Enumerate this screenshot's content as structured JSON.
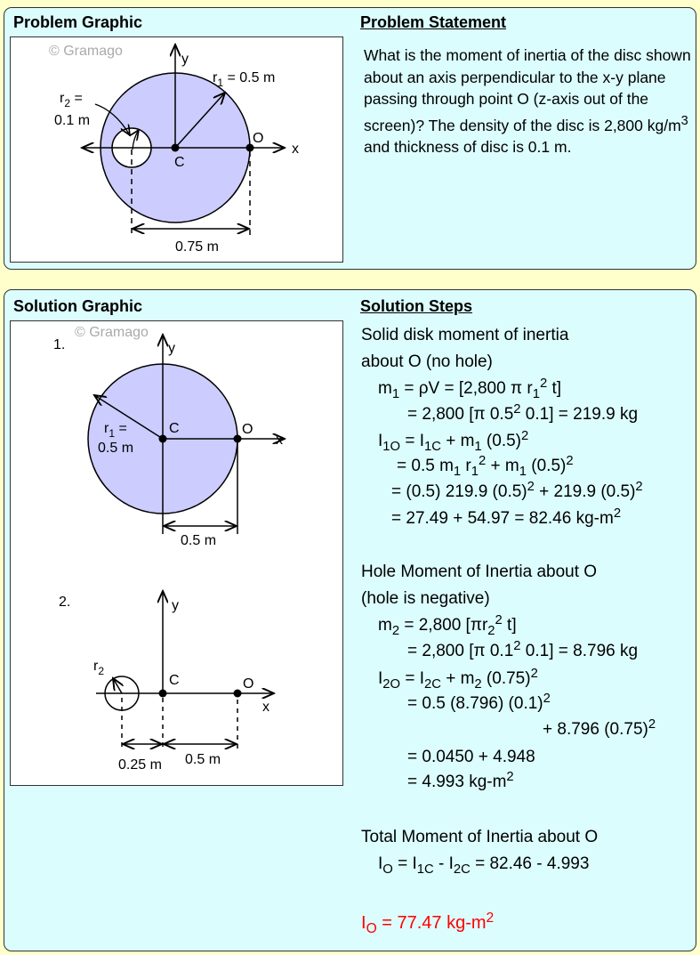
{
  "problem": {
    "graphic_heading": "Problem Graphic",
    "statement_heading": "Problem Statement",
    "statement": [
      "What is the moment of inertia of the disc shown about an axis perpendicular to the x-y plane passing through point O (z-axis out of the screen)? The density of the disc is 2,800 kg/m",
      [
        "sup",
        "3"
      ],
      " and thickness of disc is 0.1 m."
    ],
    "diagram": {
      "watermark": "© Gramago",
      "y": "y",
      "x": "x",
      "C": "C",
      "O": "O",
      "r1_label": "r",
      "r1_sub": "1",
      "r1_rest": " = 0.5 m",
      "r2_label": "r",
      "r2_sub": "2",
      "r2_rest": " =",
      "r2_value": "0.1 m",
      "dim": "0.75 m"
    }
  },
  "solution": {
    "graphic_heading": "Solution Graphic",
    "steps_heading": "Solution Steps",
    "diagram1": {
      "watermark": "© Gramago",
      "num": "1.",
      "y": "y",
      "x": "x",
      "C": "C",
      "O": "O",
      "r1_label": "r",
      "r1_sub": "1",
      "r1_rest": " =",
      "r1_value": "0.5 m",
      "dim": "0.5 m"
    },
    "diagram2": {
      "num": "2.",
      "y": "y",
      "x": "x",
      "C": "C",
      "O": "O",
      "r2_label": "r",
      "r2_sub": "2",
      "dim1": "0.25 m",
      "dim2": "0.5 m"
    },
    "steps": [
      [
        "Solid disk moment of inertia"
      ],
      [
        "about O (no hole)"
      ],
      [
        "m",
        [
          "sub",
          "1"
        ],
        " = ρV = [2,800 π r",
        [
          "sub",
          "1"
        ],
        [
          "sup",
          "2"
        ],
        " t]"
      ],
      [
        "= 2,800 [π 0.5",
        [
          "sup",
          "2"
        ],
        " 0.1] = 219.9 kg"
      ],
      [
        "I",
        [
          "sub",
          "1O"
        ],
        " = I",
        [
          "sub",
          "1C"
        ],
        " + m",
        [
          "sub",
          "1"
        ],
        " (0.5)",
        [
          "sup",
          "2"
        ]
      ],
      [
        "= 0.5 m",
        [
          "sub",
          "1"
        ],
        " r",
        [
          "sub",
          "1"
        ],
        [
          "sup",
          "2"
        ],
        " + m",
        [
          "sub",
          "1"
        ],
        " (0.5)",
        [
          "sup",
          "2"
        ]
      ],
      [
        "= (0.5) 219.9 (0.5)",
        [
          "sup",
          "2"
        ],
        " + 219.9 (0.5)",
        [
          "sup",
          "2"
        ]
      ],
      [
        "= 27.49 + 54.97 = 82.46 kg-m",
        [
          "sup",
          "2"
        ]
      ],
      [
        "Hole Moment of Inertia about O"
      ],
      [
        "(hole is negative)"
      ],
      [
        "m",
        [
          "sub",
          "2"
        ],
        " = 2,800 [πr",
        [
          "sub",
          "2"
        ],
        [
          "sup",
          "2"
        ],
        " t]"
      ],
      [
        "= 2,800 [π 0.1",
        [
          "sup",
          "2"
        ],
        " 0.1] = 8.796 kg"
      ],
      [
        "I",
        [
          "sub",
          "2O"
        ],
        " = I",
        [
          "sub",
          "2C"
        ],
        " + m",
        [
          "sub",
          "2"
        ],
        " (0.75)",
        [
          "sup",
          "2"
        ]
      ],
      [
        "= 0.5 (8.796) (0.1)",
        [
          "sup",
          "2"
        ]
      ],
      [
        "+ 8.796 (0.75)",
        [
          "sup",
          "2"
        ]
      ],
      [
        "= 0.0450 + 4.948"
      ],
      [
        "= 4.993 kg-m",
        [
          "sup",
          "2"
        ]
      ],
      [
        "Total Moment of Inertia about O"
      ],
      [
        "I",
        [
          "sub",
          "O"
        ],
        " = I",
        [
          "sub",
          "1C"
        ],
        " - I",
        [
          "sub",
          "2C"
        ],
        " = 82.46 - 4.993"
      ],
      [
        "I",
        [
          "sub",
          "O"
        ],
        " = 77.47 kg-m",
        [
          "sup",
          "2"
        ]
      ]
    ]
  },
  "colors": {
    "background": "#ffffcc",
    "panel": "#dcfdfe",
    "disc": "#ccccff",
    "answer": "#ff0000"
  }
}
